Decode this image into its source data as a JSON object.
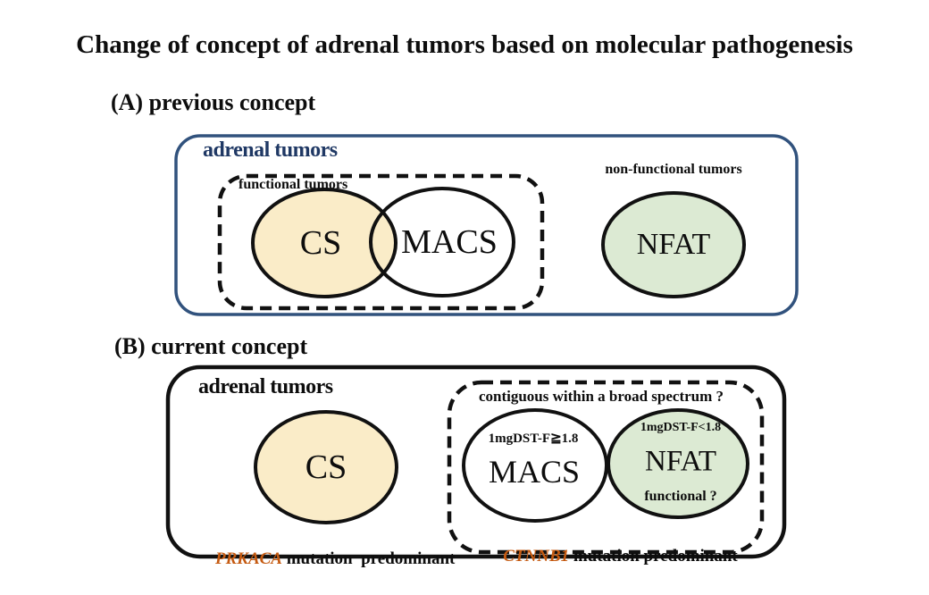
{
  "title": "Change of concept of adrenal tumors based on molecular pathogenesis",
  "colors": {
    "panel_blue": "#31527d",
    "dark_blue_text": "#1f3864",
    "cream": "#faecc8",
    "green": "#dcead3",
    "orange": "#c55a11",
    "line_black": "#111111"
  },
  "panel_a": {
    "heading": "(A) previous concept",
    "container_label": "adrenal tumors",
    "functional_label": "functional tumors",
    "nonfunctional_label": "non-functional tumors",
    "cs": "CS",
    "macs": "MACS",
    "nfat": "NFAT"
  },
  "panel_b": {
    "heading": "(B) current concept",
    "container_label": "adrenal tumors",
    "contiguous_label": "contiguous within a broad spectrum ?",
    "cs": "CS",
    "macs": "MACS",
    "macs_threshold": "1mgDST-F≧1.8",
    "nfat": "NFAT",
    "nfat_threshold": "1mgDST-F<1.8",
    "functional_question": "functional ?",
    "prkaca": {
      "gene": "PRKACA",
      "rest": " mutation  predominant"
    },
    "ctnnb1": {
      "gene": "CTNNB1",
      "rest": " mutation predominant"
    }
  }
}
